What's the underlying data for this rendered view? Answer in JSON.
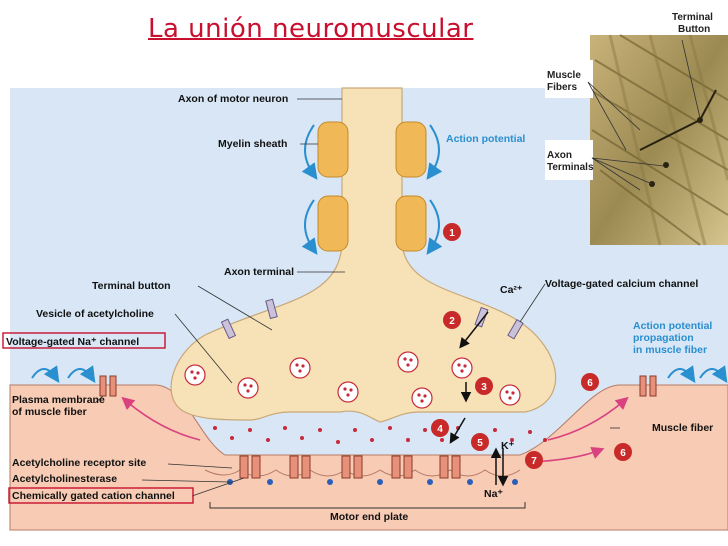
{
  "title": "La unión neuromuscular",
  "labels": {
    "axon_motor_neuron": "Axon of motor neuron",
    "myelin_sheath": "Myelin sheath",
    "action_potential": "Action potential",
    "axon_terminal": "Axon terminal",
    "terminal_button": "Terminal button",
    "vesicle_ach": "Vesicle of acetylcholine",
    "vg_na_channel": "Voltage-gated Na⁺ channel",
    "vg_ca_channel": "Voltage-gated calcium channel",
    "ca_ion": "Ca²⁺",
    "ap_propagation_1": "Action potential",
    "ap_propagation_2": "propagation",
    "ap_propagation_3": "in muscle fiber",
    "plasma_membrane_1": "Plasma membrane",
    "plasma_membrane_2": "of muscle fiber",
    "ach_receptor_site": "Acetylcholine receptor site",
    "ach_esterase": "Acetylcholinesterase",
    "chem_gated_channel": "Chemically gated cation channel",
    "muscle_fiber": "Muscle fiber",
    "motor_end_plate": "Motor end plate",
    "k_ion": "K⁺",
    "na_ion": "Na⁺"
  },
  "photo_labels": {
    "terminal_button_1": "Terminal",
    "terminal_button_2": "Button",
    "muscle_fibers_1": "Muscle",
    "muscle_fibers_2": "Fibers",
    "axon_terminals_1": "Axon",
    "axon_terminals_2": "Terminals"
  },
  "steps": [
    "1",
    "2",
    "3",
    "4",
    "5",
    "6",
    "6",
    "7"
  ],
  "colors": {
    "title": "#c8102e",
    "neuron": "#f7e2b8",
    "myelin": "#f0b857",
    "muscle": "#f7cbb4",
    "cleft": "#d8e6f6",
    "step_badge": "#c82a2a",
    "arrow_blue": "#2a8fcf",
    "arrow_pink": "#d9427f"
  }
}
